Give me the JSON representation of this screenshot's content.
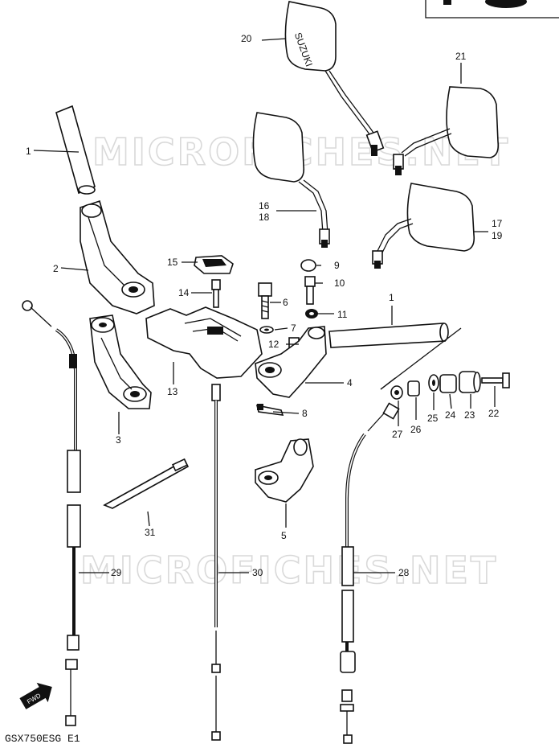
{
  "watermarks": [
    "MICROFICHES.NET",
    "MICROFICHES.NET"
  ],
  "model_label": "GSX750ESG E1",
  "fwd_label": "FWD",
  "callouts": {
    "p1a": "1",
    "p1b": "1",
    "p2": "2",
    "p3": "3",
    "p4": "4",
    "p5": "5",
    "p6": "6",
    "p7": "7",
    "p8": "8",
    "p9": "9",
    "p10": "10",
    "p11": "11",
    "p12": "12",
    "p13": "13",
    "p14": "14",
    "p15": "15",
    "p16": "16",
    "p18": "18",
    "p17": "17",
    "p19": "19",
    "p20": "20",
    "p21": "21",
    "p22": "22",
    "p23": "23",
    "p24": "24",
    "p25": "25",
    "p26": "26",
    "p27": "27",
    "p28": "28",
    "p29": "29",
    "p30": "30",
    "p31": "31"
  }
}
